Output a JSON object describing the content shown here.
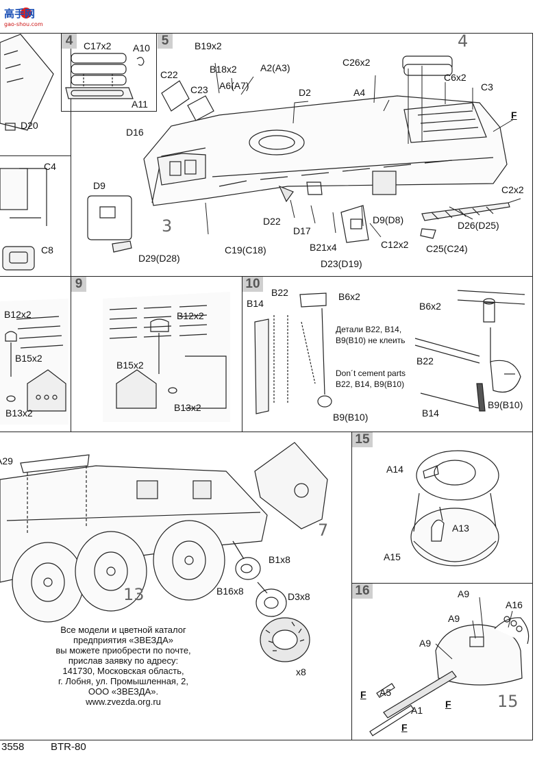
{
  "logo": {
    "text": "高手网",
    "url": "gao-shou.com"
  },
  "steps": {
    "s4": "4",
    "s5": "5",
    "s9": "9",
    "s10": "10",
    "s15": "15",
    "s16": "16"
  },
  "big_numbers": {
    "n4": "4",
    "n3": "3",
    "n13": "13",
    "n7": "7",
    "n15": "15"
  },
  "labels": {
    "C17x2": "C17x2",
    "A10": "A10",
    "A11": "A11",
    "D20": "D20",
    "C4": "C4",
    "C8": "C8",
    "B19x2": "B19x2",
    "B18x2": "B18x2",
    "A2A3": "A2(A3)",
    "A6A7": "A6(A7)",
    "C22": "C22",
    "C23": "C23",
    "D16": "D16",
    "D2": "D2",
    "C26x2": "C26x2",
    "A4": "A4",
    "C6x2": "C6x2",
    "C3": "C3",
    "F1": "F",
    "C2x2": "C2x2",
    "D26D25": "D26(D25)",
    "C25C24": "C25(C24)",
    "D9": "D9",
    "D29D28": "D29(D28)",
    "C19C18": "C19(C18)",
    "D22": "D22",
    "D17": "D17",
    "B21x4": "B21x4",
    "D9D8": "D9(D8)",
    "C12x2": "C12x2",
    "D23D19": "D23(D19)",
    "B12x2a": "B12x2",
    "B15x2a": "B15x2",
    "B13x2a": "B13x2",
    "B12x2b": "B12x2",
    "B15x2b": "B15x2",
    "B13x2b": "B13x2",
    "B14a": "B14",
    "B22a": "B22",
    "B6x2a": "B6x2",
    "B9B10a": "B9(B10)",
    "B6x2b": "B6x2",
    "B22b": "B22",
    "B14b": "B14",
    "B9B10b": "B9(B10)",
    "A29": "A29",
    "B1x8": "B1x8",
    "B16x8": "B16x8",
    "D3x8": "D3x8",
    "x8": "x8",
    "A14": "A14",
    "A13": "A13",
    "A15": "A15",
    "A9a": "A9",
    "A16": "A16",
    "A9b": "A9",
    "A9c": "A9",
    "A5": "A5",
    "A1": "A1",
    "F2": "F",
    "F3": "F",
    "F4": "F"
  },
  "notes": {
    "ru1": "Детали B22, B14,",
    "ru2": "B9(B10) не клеить",
    "en1": "Don´t cement parts",
    "en2": "B22, B14, B9(B10)"
  },
  "catalog": [
    "Все модели и цветной каталог",
    "предприятия «ЗВЕЗДА»",
    "вы можете приобрести по почте,",
    "прислав заявку по адресу:",
    "141730, Московская область,",
    "г. Лобня, ул. Промышленная, 2,",
    "ООО «ЗВЕЗДА».",
    "www.zvezda.org.ru"
  ],
  "footer": {
    "code": "3558",
    "model": "BTR-80"
  }
}
